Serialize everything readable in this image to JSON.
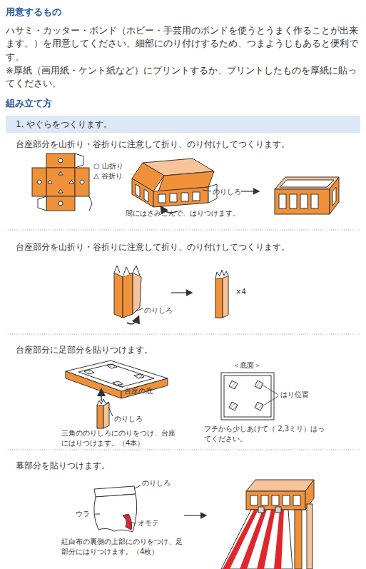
{
  "diagram": {
    "nodes": [
      {
        "text": [
          "1. やぐらをつくります。"
        ]
      }
    ],
    "labels": [
      "用意するもの",
      "ハサミ・カッター・ボンド（ホビー・手芸用のボンドを使うとうまく作ることが出来ます。）を用意してください。細部にのり付けするため、つまようじもあると便利です。",
      "※厚紙（画用紙・ケント紙など）にプリントするか、プリントしたものを厚紙に貼ってください。",
      "組み立て方",
      "台座部分を山折り・谷折りに注意して折り、のり付けしてつくります。",
      "○ 山折り",
      "△ 谷折り",
      "のりしろ",
      "間にはさみこんで、はりつけます。",
      "台座部分を山折り・谷折りに注意して折り、のり付けしてつくります。",
      "のりしろ",
      "×4",
      "台座部分に足部分を貼りつけます。",
      "台座の底",
      "のりしろ",
      "三角ののりしろにのりをつけ、台座にはりつけます。（4本）",
      "＜底面＞",
      "はり位置",
      "フチから少しあけて（ 2,3ミリ）はってください。",
      "幕部分を貼りつけます。",
      "のりしろ",
      "ウラ",
      "オモテ",
      "紅白布の裏側の上部にのりをつけ、足部分にはりつけます。（4枚）"
    ]
  }
}
